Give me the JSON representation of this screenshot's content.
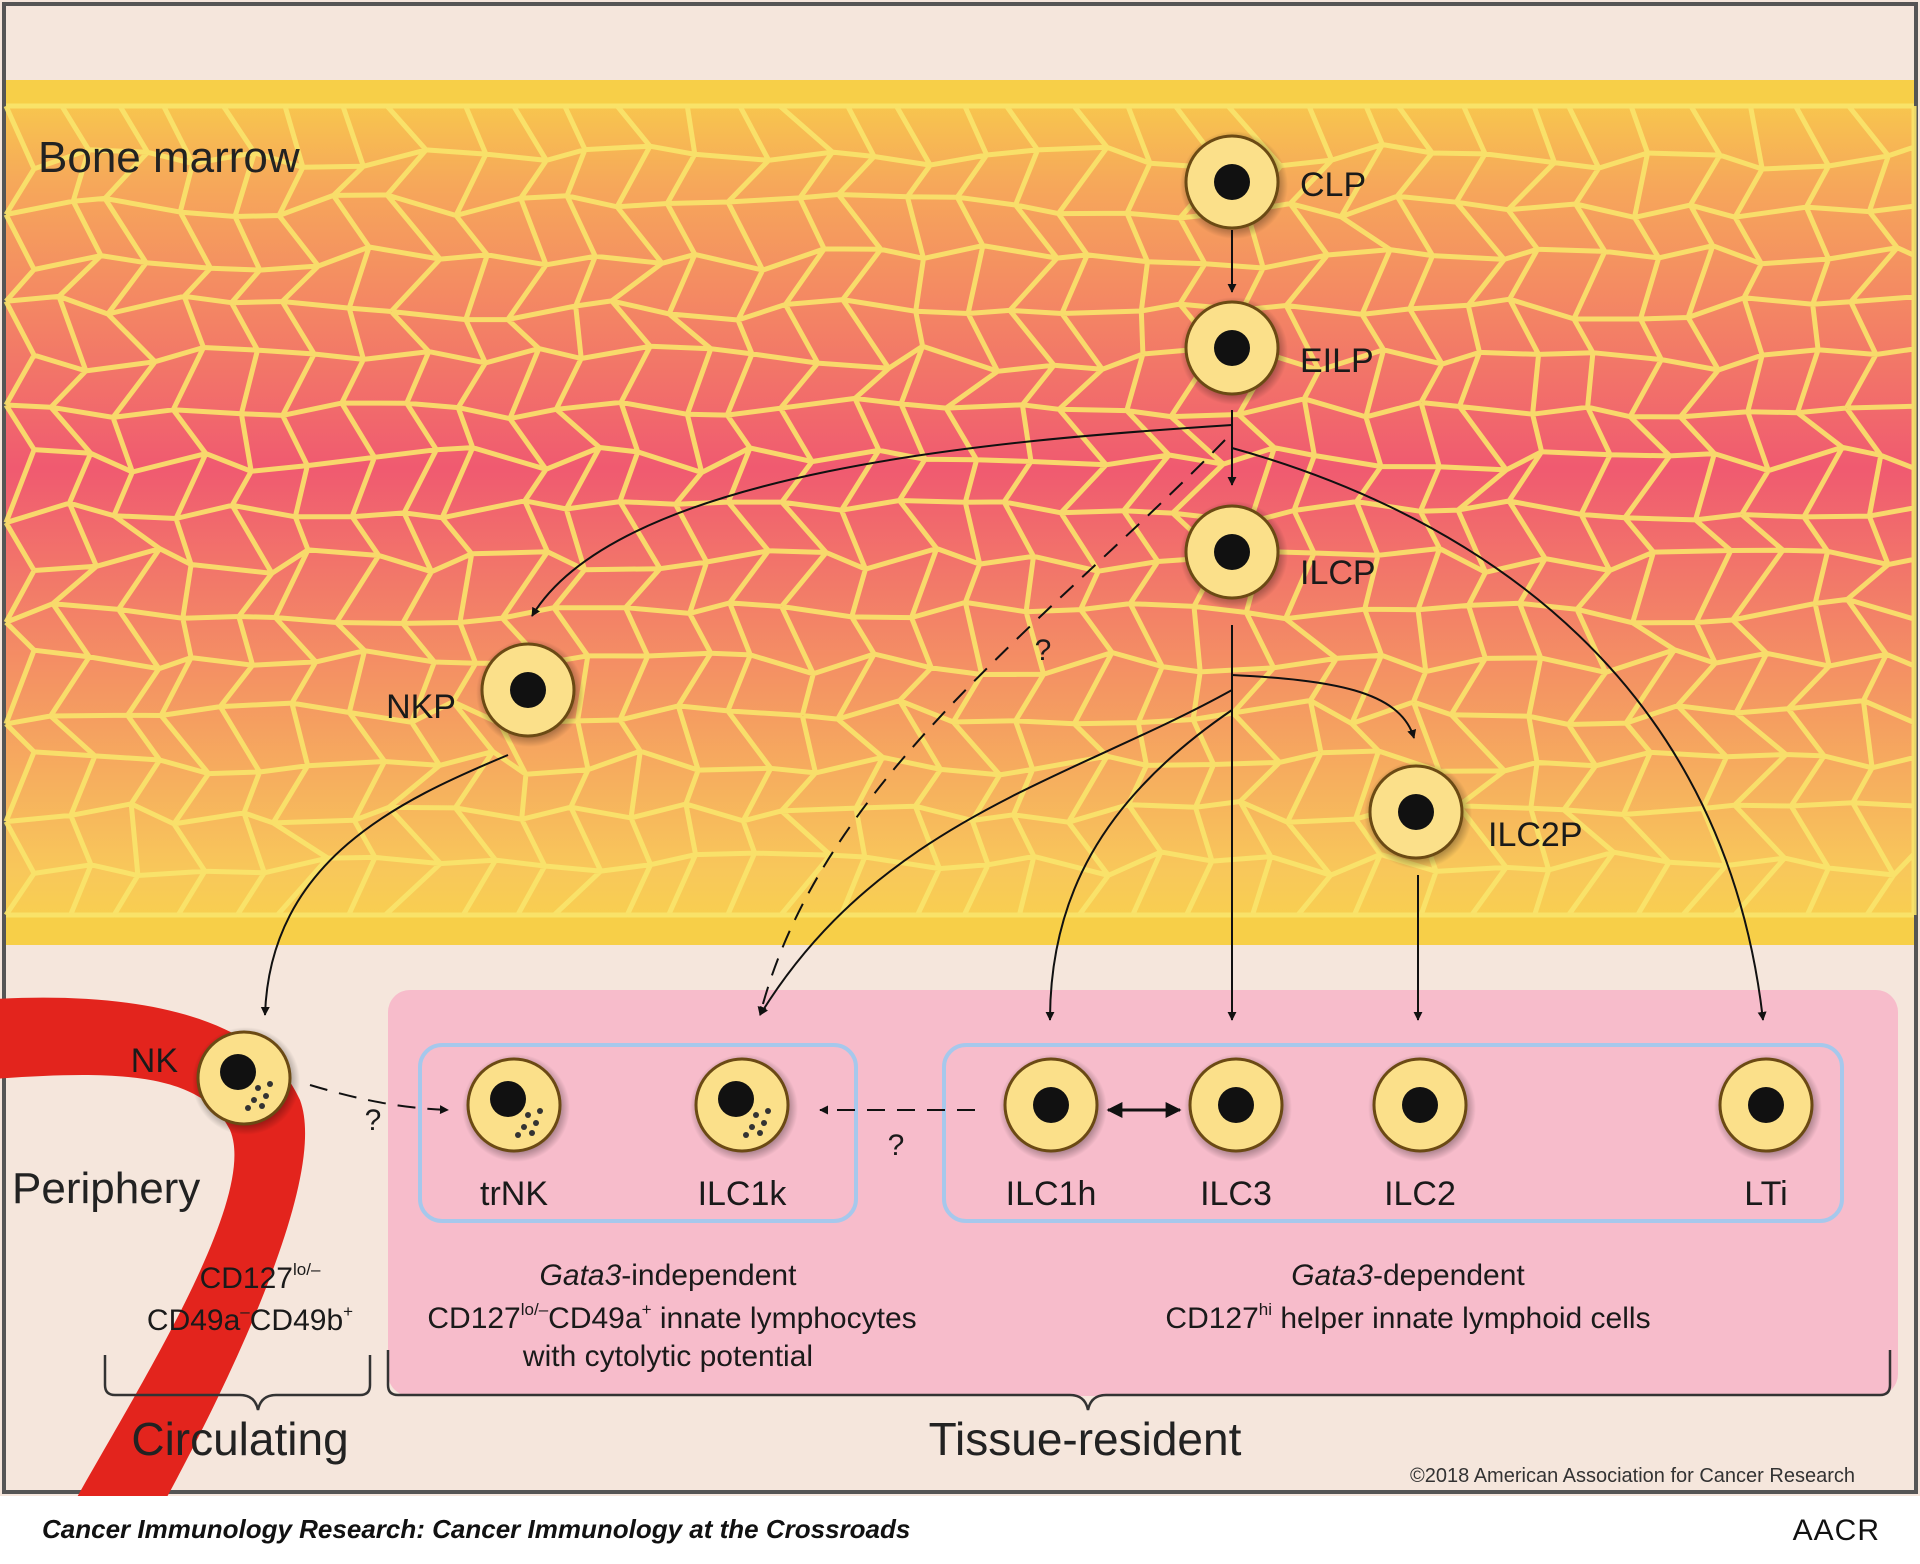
{
  "colors": {
    "bone_top": "#f7d24a",
    "bone_mid": "#f0566e",
    "bone_bottom": "#f7c95a",
    "trabecula": "#f8e46c",
    "cell_fill": "#fbe08a",
    "nucleus": "#111111",
    "panel": "#f7bccb",
    "box_border": "#a6c8ec",
    "vessel": "#e3241d",
    "background": "#f5e6dc"
  },
  "labels": {
    "bone_marrow": "Bone marrow",
    "periphery": "Periphery",
    "question": "?"
  },
  "cells": {
    "clp": "CLP",
    "eilp": "EILP",
    "ilcp": "ILCP",
    "nkp": "NKP",
    "ilc2p": "ILC2P",
    "nk": "NK",
    "trnk": "trNK",
    "ilc1k": "ILC1k",
    "ilc1h": "ILC1h",
    "ilc3": "ILC3",
    "ilc2": "ILC2",
    "lti": "LTi"
  },
  "circulating": {
    "marker_line1_base": "CD127",
    "marker_line1_sup": "lo/–",
    "marker_line2_a": "CD49a",
    "marker_line2_a_sup": "–",
    "marker_line2_b": "CD49b",
    "marker_line2_b_sup": "+",
    "label": "Circulating"
  },
  "gata3_independent": {
    "gene": "Gata3",
    "suffix": "-independent",
    "line2_a": "CD127",
    "line2_a_sup": "lo/–",
    "line2_b": "CD49a",
    "line2_b_sup": "+",
    "line2_c": " innate lymphocytes",
    "line3": "with cytolytic potential"
  },
  "gata3_dependent": {
    "gene": "Gata3",
    "suffix": "-dependent",
    "line2_a": "CD127",
    "line2_a_sup": "hi",
    "line2_b": " helper innate lymphoid cells"
  },
  "tissue_resident": "Tissue-resident",
  "copyright": "©2018 American Association for Cancer Research",
  "footer": {
    "journal": "Cancer Immunology Research: Cancer Immunology at the Crossroads",
    "logo": "AACR"
  }
}
